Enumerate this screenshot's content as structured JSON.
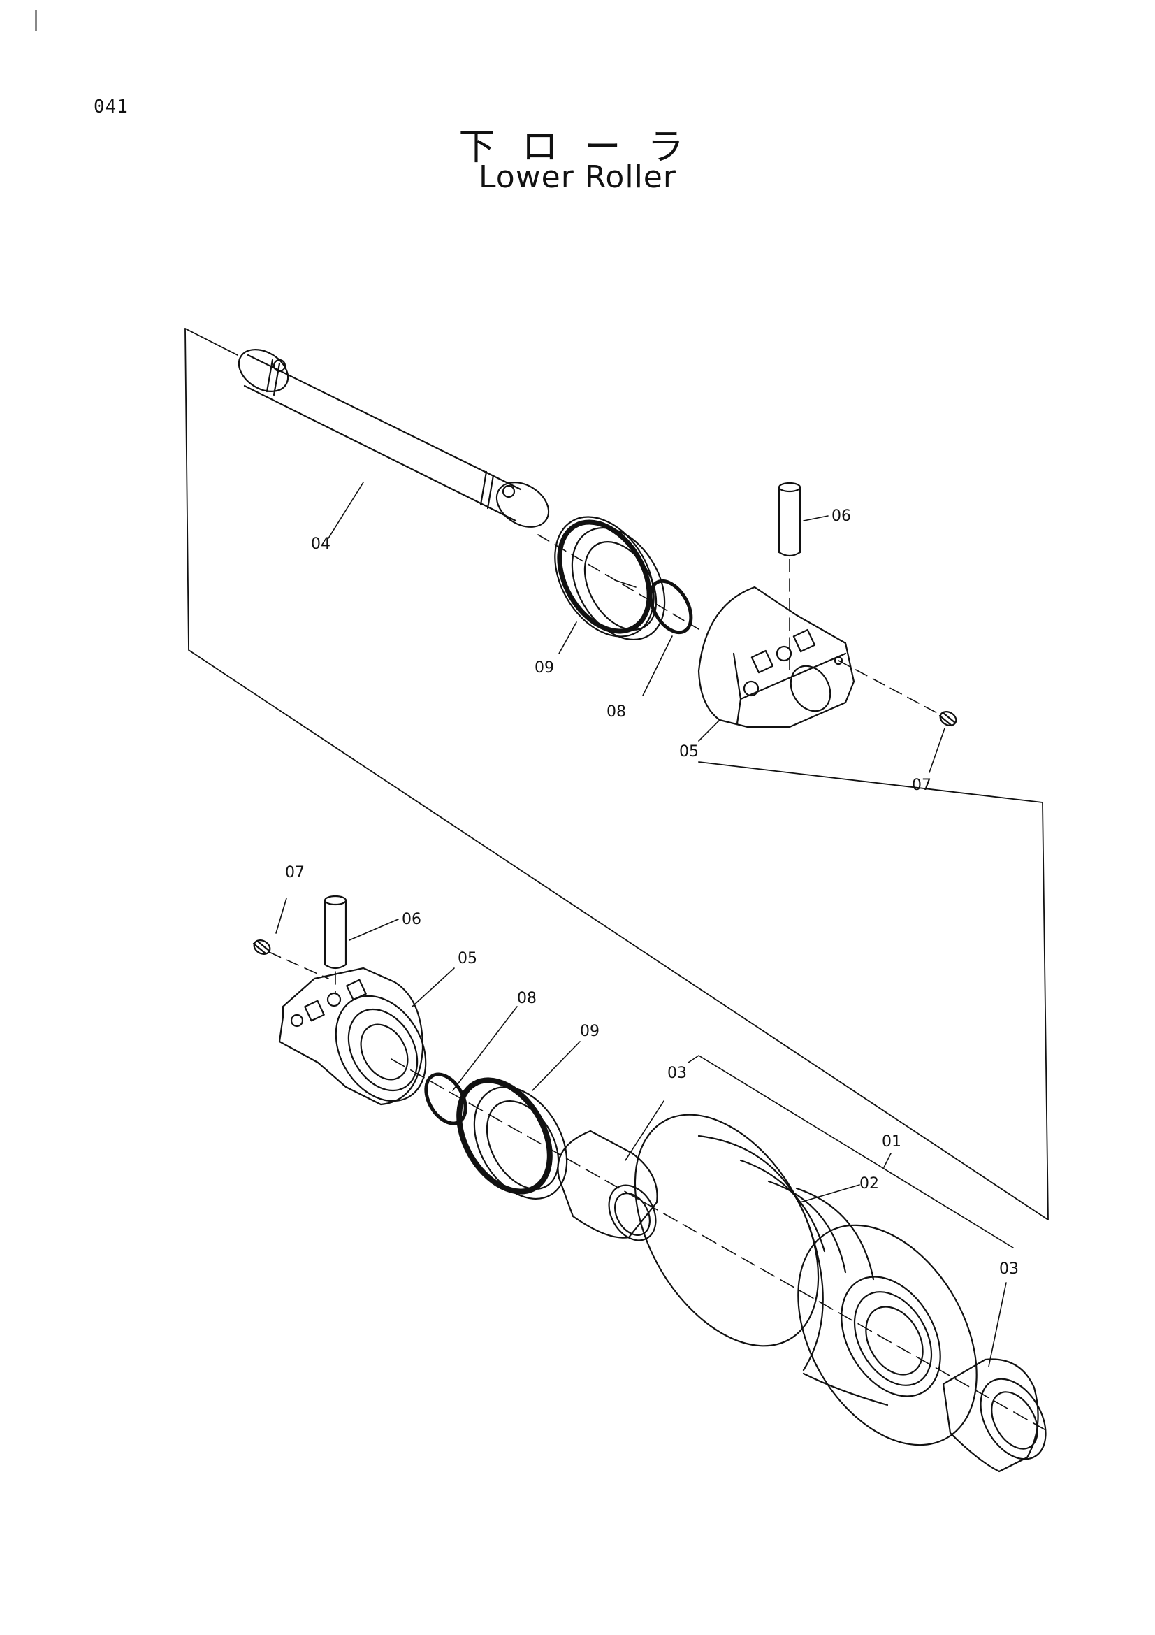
{
  "page_number": "041",
  "title_jp": "下ローラ",
  "title_en": "Lower Roller",
  "callouts": {
    "upper": {
      "pin": "04",
      "seal": "09",
      "o_ring": "08",
      "collar": "05",
      "spring_pin": "06",
      "plug": "07"
    },
    "lower": {
      "plug": "07",
      "spring_pin": "06",
      "collar": "05",
      "o_ring": "08",
      "seal": "09",
      "bushing_left": "03",
      "roller_assy": "01",
      "roller": "02",
      "bushing_right": "03"
    }
  }
}
